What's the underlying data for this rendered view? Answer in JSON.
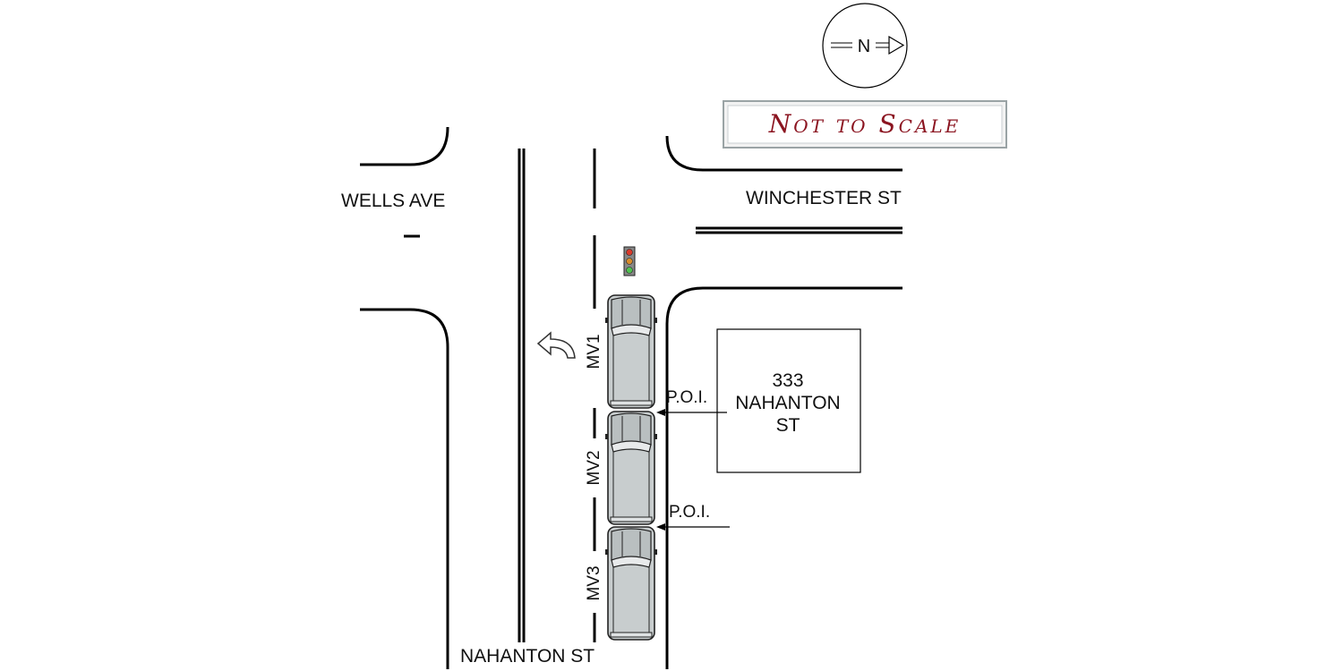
{
  "compass": {
    "label": "N",
    "icon": "north-arrow-icon"
  },
  "scale_note": "Not to Scale",
  "streets": {
    "wells": "WELLS AVE",
    "winchester": "WINCHESTER ST",
    "nahanton": "NAHANTON ST"
  },
  "building": {
    "line1": "333",
    "line2": "NAHANTON",
    "line3": "ST"
  },
  "vehicles": [
    {
      "label": "MV1"
    },
    {
      "label": "MV2"
    },
    {
      "label": "MV3"
    }
  ],
  "points_of_impact": [
    {
      "label": "P.O.I."
    },
    {
      "label": "P.O.I."
    }
  ],
  "signal_colors": {
    "red": "#d93a2b",
    "amber": "#d98c2b",
    "green": "#4fc24f"
  },
  "vehicle_color": "#c8cdce",
  "scale_note_color": "#8b1420"
}
